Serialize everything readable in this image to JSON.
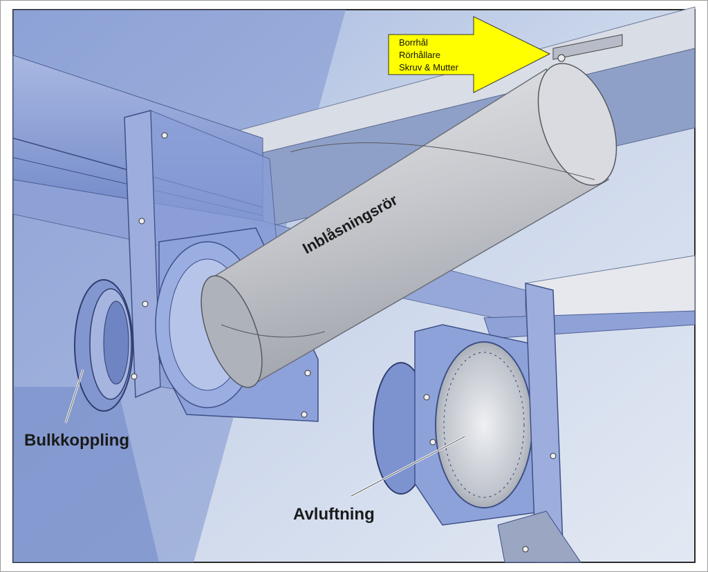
{
  "figure": {
    "callout": {
      "lines": [
        "Borrhål",
        "Rörhållare",
        "Skruv & Mutter"
      ],
      "color": "#ffff00"
    },
    "labels": {
      "pipe": "Inblåsningsrör",
      "bulk_coupling": "Bulkkoppling",
      "vent": "Avluftning"
    },
    "colors": {
      "background_light": "#dce4f0",
      "background_blue": "#6e86c4",
      "beam_blue": "#8a9fd6",
      "pipe_grey": "#c4c6cc",
      "frame_border": "#2a2a2a"
    }
  }
}
